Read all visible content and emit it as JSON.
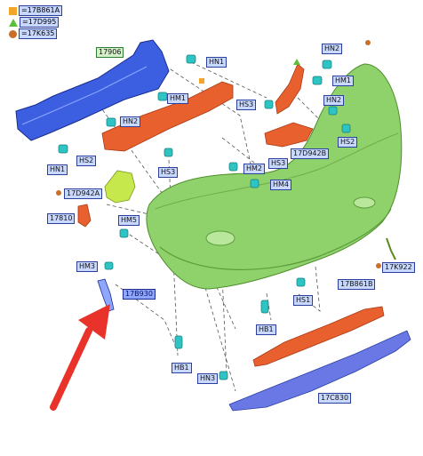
{
  "legend": [
    {
      "symbol": "square-icon",
      "color": "#f2a52a",
      "text": "=17B861A"
    },
    {
      "symbol": "triangle-icon",
      "color": "#5cbf3a",
      "text": "=17D995"
    },
    {
      "symbol": "circle-icon",
      "color": "#c8702a",
      "text": "=17K635"
    }
  ],
  "labels": {
    "l17906": "17906",
    "hn1a": "HN1",
    "hm1a": "HM1",
    "hn2a": "HN2",
    "hs3a": "HS3",
    "hn1b": "HN1",
    "hs2a": "HS2",
    "l17d942a": "17D942A",
    "l17810": "17810",
    "hm5": "HM5",
    "hm3": "HM3",
    "l17b930": "17B930",
    "hn2b": "HN2",
    "hm1b": "HM1",
    "hs3b": "HS3",
    "hn2c": "HN2",
    "hs2b": "HS2",
    "l17d942b": "17D942B",
    "hm2": "HM2",
    "hm4": "HM4",
    "l17k922": "17K922",
    "hs1": "HS1",
    "hb1a": "HB1",
    "l17b861b": "17B861B",
    "hb1b": "HB1",
    "hn3": "HN3",
    "l17c830": "17C830"
  },
  "colors": {
    "bumper": "#8fd16a",
    "beam": "#3b5fe0",
    "orange": "#e8602e",
    "diffuser": "#6a78e6",
    "clip": "#2ec4c4",
    "arrow": "#e8322a"
  }
}
